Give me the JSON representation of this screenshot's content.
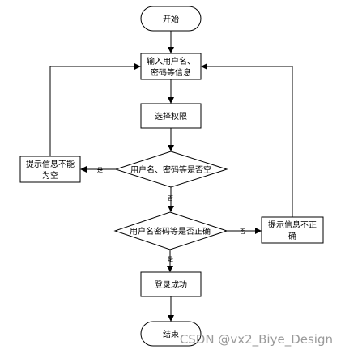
{
  "flowchart": {
    "start": "开始",
    "input": [
      "输入用户名、",
      "密码等信息"
    ],
    "select_role": "选择权限",
    "check_empty": "用户名、密码等是否空",
    "empty_error": [
      "提示信息不能",
      "为空"
    ],
    "check_correct": "用户名密码等是否正确",
    "incorrect_error": [
      "提示信息不正",
      "确"
    ],
    "login_success": "登录成功",
    "end": "结束"
  },
  "edge_labels": {
    "yes_empty": "是",
    "no_empty": "否",
    "no_correct": "否",
    "yes_correct": "是"
  },
  "watermark": "CSDN @vx2_Biye_Design"
}
